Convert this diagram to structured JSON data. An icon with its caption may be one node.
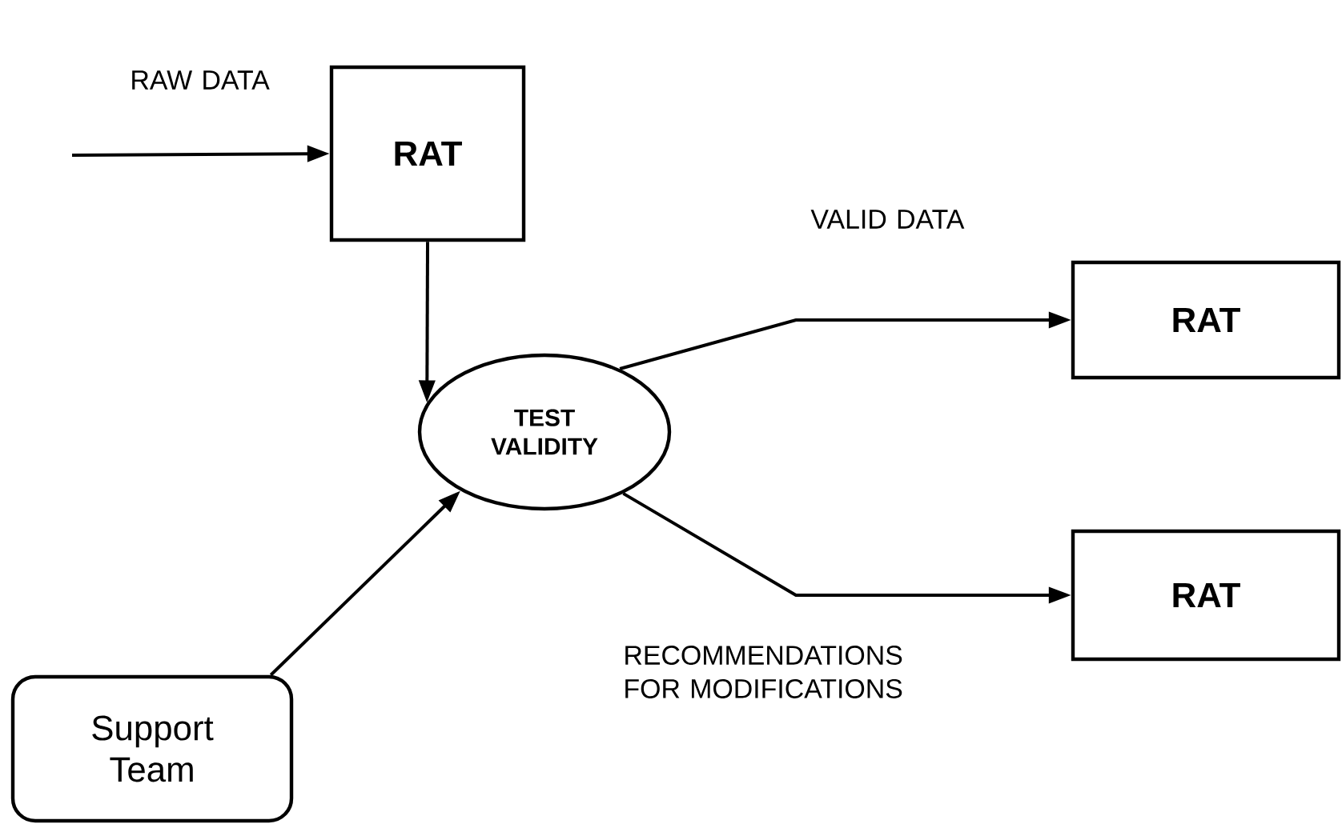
{
  "diagram": {
    "nodes": [
      {
        "text": [
          "RAT"
        ]
      },
      {
        "text": [
          "TEST VALIDITY"
        ]
      },
      {
        "text": [
          "RAT"
        ]
      },
      {
        "text": [
          "RAT"
        ]
      },
      {
        "text": [
          "Support Team"
        ]
      }
    ],
    "edges": [
      {
        "from": null,
        "to": 0,
        "arrow": "to",
        "label": "RAW DATA"
      },
      {
        "from": 0,
        "to": 1,
        "arrow": "to"
      },
      {
        "from": 1,
        "to": 2,
        "arrow": "to",
        "label": "VALID DATA"
      },
      {
        "from": 1,
        "to": 3,
        "arrow": "to",
        "label": "RECOMMENDATIONS FOR MODIFICATIONS"
      },
      {
        "from": 4,
        "to": 1,
        "arrow": "to"
      }
    ]
  }
}
